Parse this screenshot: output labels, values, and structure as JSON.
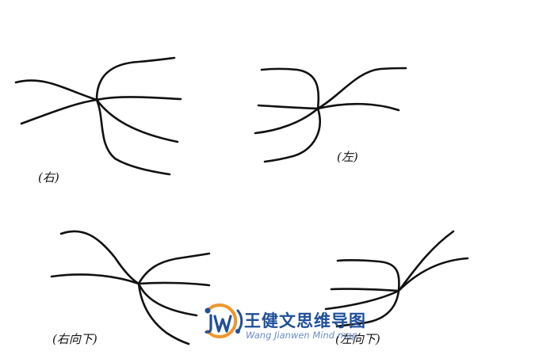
{
  "diagrams": [
    {
      "id": "right",
      "label": "(右)"
    },
    {
      "id": "left",
      "label": "(左)"
    },
    {
      "id": "lower-right",
      "label": "(右向下)"
    },
    {
      "id": "lower-left",
      "label": "(左向下)"
    }
  ],
  "watermark": {
    "title": "王健文思维导图",
    "subtitle": "Wang Jianwen Mind map",
    "logo_text": "JW",
    "colors": {
      "orange": "#f0952d",
      "blue": "#1f4f9a",
      "light_blue": "#6b8dc4"
    }
  }
}
